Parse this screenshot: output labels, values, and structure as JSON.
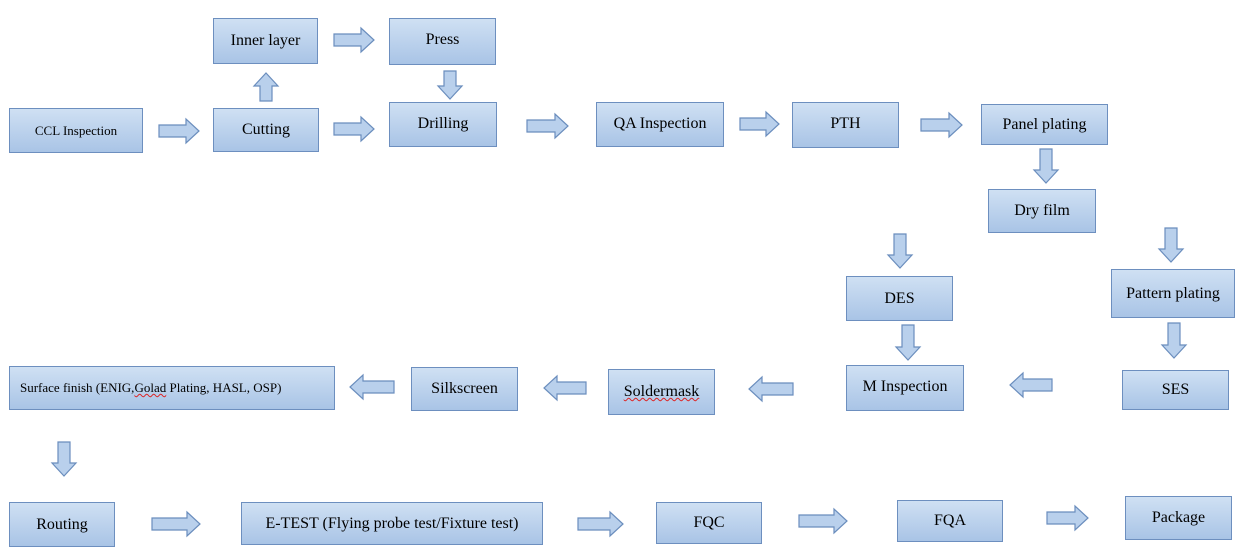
{
  "diagram": {
    "nodes": {
      "ccl_inspection": "CCL Inspection",
      "inner_layer": "Inner layer",
      "cutting": "Cutting",
      "press": "Press",
      "drilling": "Drilling",
      "qa_inspection": "QA Inspection",
      "pth": "PTH",
      "panel_plating": "Panel plating",
      "dry_film": "Dry film",
      "des": "DES",
      "pattern_plating": "Pattern plating",
      "m_inspection": "M Inspection",
      "ses": "SES",
      "surface_finish_prefix": "Surface finish (ENIG,",
      "surface_finish_flagged": "Golad",
      "surface_finish_suffix": " Plating, HASL, OSP)",
      "silkscreen": "Silkscreen",
      "soldermask": "Soldermask",
      "routing": "Routing",
      "e_test": "E-TEST (Flying probe test/Fixture test)",
      "fqc": "FQC",
      "fqa": "FQA",
      "package": "Package"
    },
    "colors": {
      "box_fill_top": "#cfe0f3",
      "box_fill_bottom": "#a9c4e6",
      "box_border": "#6d8fbf",
      "arrow_fill": "#b9d0ec",
      "arrow_border": "#6a8dbd",
      "spellcheck_underline": "#dd2222"
    }
  }
}
